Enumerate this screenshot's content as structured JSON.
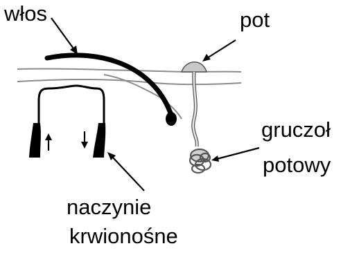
{
  "labels": {
    "hair": "włos",
    "sweat": "pot",
    "sweat_gland_line1": "gruczoł",
    "sweat_gland_line2": "potowy",
    "blood_vessel_line1": "naczynie",
    "blood_vessel_line2": "krwionośne"
  },
  "colors": {
    "ink": "#000000",
    "sweat_drop": "#c8c8c8",
    "skin_line": "#8a8a8a",
    "gland_fill": "#d0d0d0"
  },
  "icons": {
    "arrow_up": "arrow-up-icon",
    "arrow_down": "arrow-down-icon"
  }
}
